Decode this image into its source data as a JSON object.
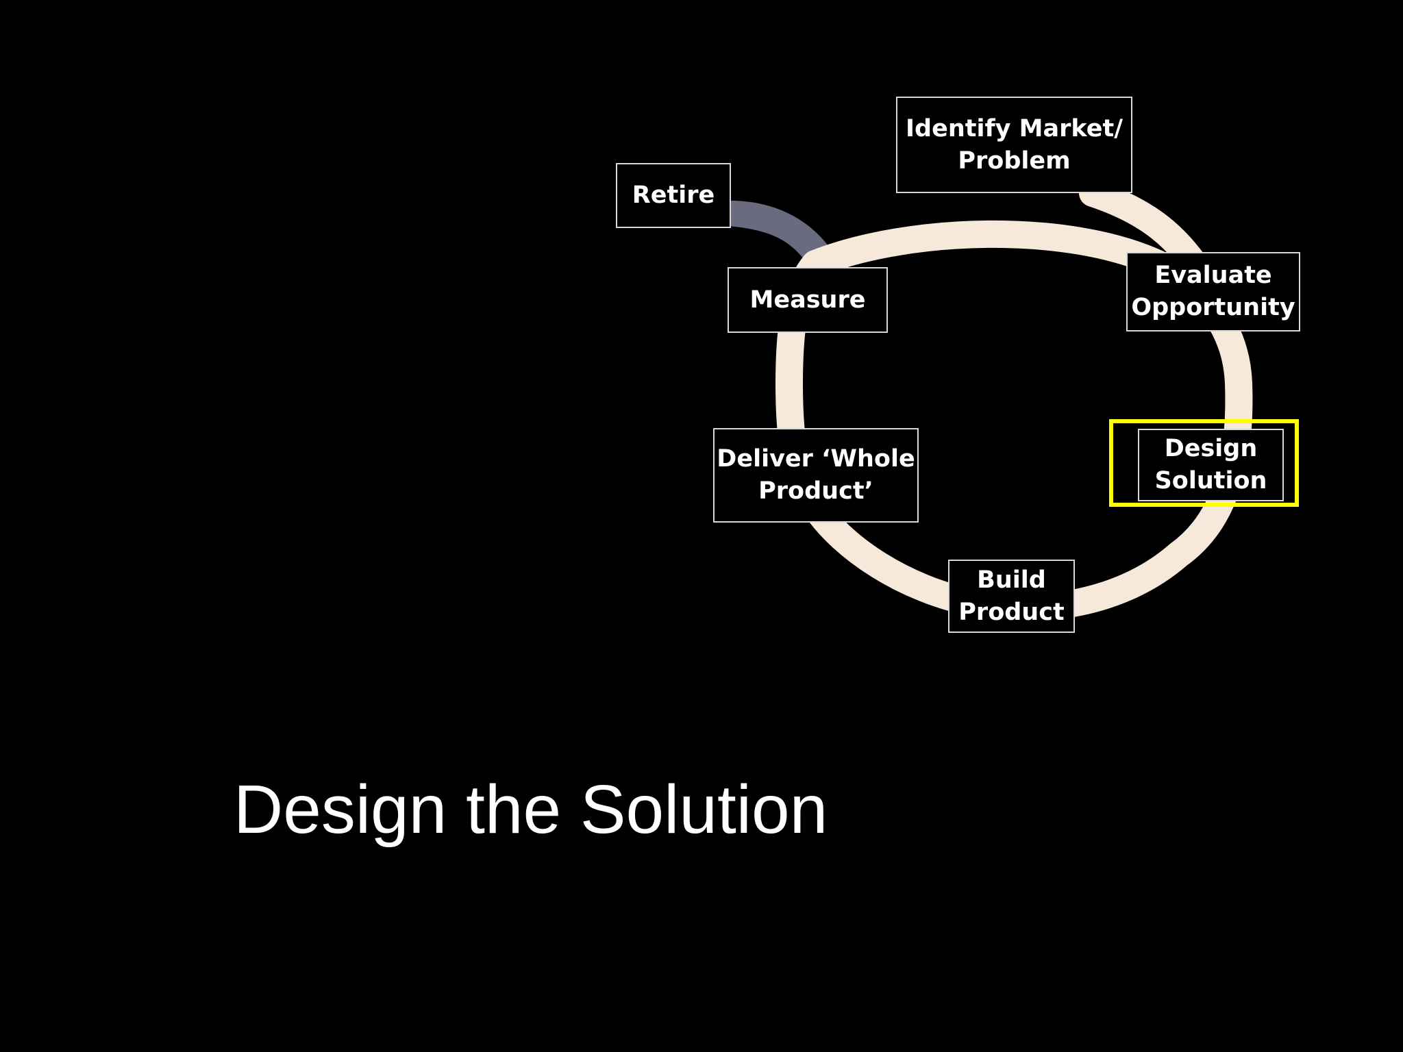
{
  "slide": {
    "title": "Design the Solution",
    "background_color": "#000000"
  },
  "diagram": {
    "cycle_color": "#f7e9da",
    "exit_arrow_color": "#6b6b80",
    "highlight_color": "#ffff00",
    "highlighted_stage": "Design Solution",
    "stages": [
      {
        "id": "identify",
        "line1": "Identify Market/",
        "line2": "Problem"
      },
      {
        "id": "evaluate",
        "line1": "Evaluate",
        "line2": "Opportunity"
      },
      {
        "id": "design",
        "line1": "Design",
        "line2": "Solution"
      },
      {
        "id": "build",
        "line1": "Build",
        "line2": "Product"
      },
      {
        "id": "deliver",
        "line1": "Deliver ‘Whole",
        "line2": "Product’"
      },
      {
        "id": "measure",
        "line1": "Measure"
      }
    ],
    "exit": {
      "id": "retire",
      "label": "Retire"
    }
  }
}
